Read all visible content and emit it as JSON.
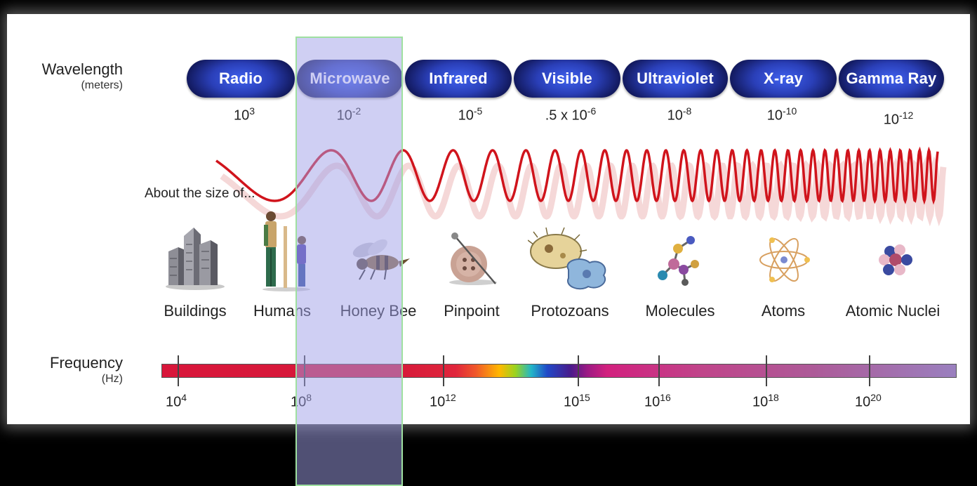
{
  "wavelength": {
    "title": "Wavelength",
    "unit": "(meters)"
  },
  "frequency": {
    "title": "Frequency",
    "unit": "(Hz)"
  },
  "size_caption": "About the size of...",
  "bands": [
    {
      "name": "Radio",
      "wavelength_base": "10",
      "wavelength_exp": "3"
    },
    {
      "name": "Microwave",
      "wavelength_base": "10",
      "wavelength_exp": "-2"
    },
    {
      "name": "Infrared",
      "wavelength_base": "10",
      "wavelength_exp": "-5"
    },
    {
      "name": "Visible",
      "wavelength_base": ".5 x 10",
      "wavelength_exp": "-6"
    },
    {
      "name": "Ultraviolet",
      "wavelength_base": "10",
      "wavelength_exp": "-8"
    },
    {
      "name": "X-ray",
      "wavelength_base": "10",
      "wavelength_exp": "-10"
    },
    {
      "name": "Gamma Ray",
      "wavelength_base": "10",
      "wavelength_exp": "-12"
    }
  ],
  "objects": [
    {
      "label": "Buildings",
      "icon": "buildings-icon"
    },
    {
      "label": "Humans",
      "icon": "humans-icon"
    },
    {
      "label": "Honey Bee",
      "icon": "honey-bee-icon"
    },
    {
      "label": "Pinpoint",
      "icon": "pinpoint-icon"
    },
    {
      "label": "Protozoans",
      "icon": "protozoans-icon"
    },
    {
      "label": "Molecules",
      "icon": "molecules-icon"
    },
    {
      "label": "Atoms",
      "icon": "atom-icon"
    },
    {
      "label": "Atomic Nuclei",
      "icon": "atomic-nucleus-icon"
    }
  ],
  "frequency_ticks": [
    {
      "base": "10",
      "exp": "4"
    },
    {
      "base": "10",
      "exp": "8"
    },
    {
      "base": "10",
      "exp": "12"
    },
    {
      "base": "10",
      "exp": "15"
    },
    {
      "base": "10",
      "exp": "16"
    },
    {
      "base": "10",
      "exp": "18"
    },
    {
      "base": "10",
      "exp": "20"
    }
  ],
  "highlighted_band": "Microwave",
  "colors": {
    "background": "#000000",
    "panel": "#ffffff",
    "pill_dark": "#0a0e38",
    "pill_light": "#3f61ee",
    "wave": "#d0141c",
    "highlight_fill": "#a0a0e8",
    "highlight_border": "#9fe0a0"
  }
}
